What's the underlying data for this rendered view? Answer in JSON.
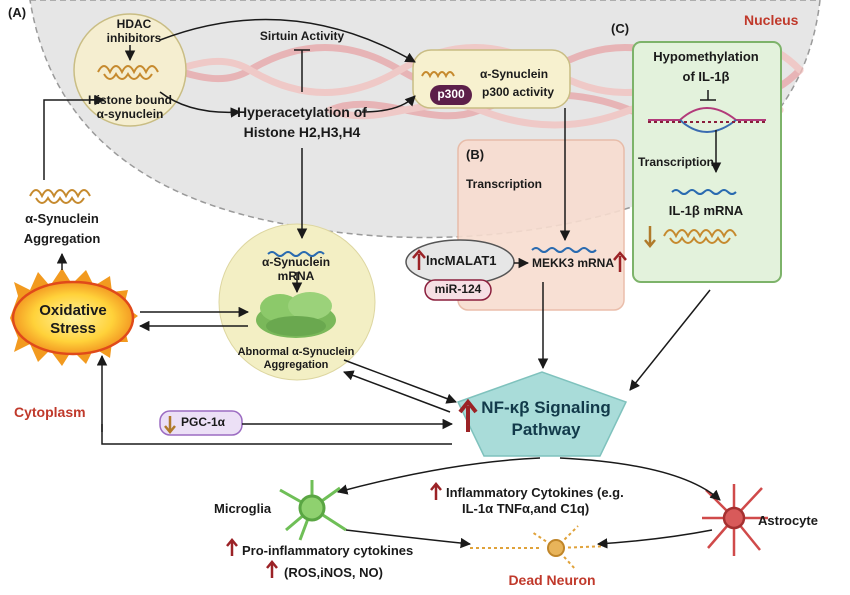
{
  "panels": {
    "a": "(A)",
    "b": "(B)",
    "c": "(C)"
  },
  "compartments": {
    "nucleus": "Nucleus",
    "cytoplasm": "Cytoplasm"
  },
  "panel_a": {
    "hdac_inhibitors": "HDAC inhibitors",
    "histone_bound": "Histone bound α-synuclein",
    "sirtuin": "Sirtuin Activity",
    "hyperacetylation_line1": "Hyperacetylation of",
    "hyperacetylation_line2": "Histone H2,H3,H4",
    "p300_badge": "p300",
    "p300_activity_line1": "α-Synuclein",
    "p300_activity_line2": "p300 activity",
    "syn_mrna_line1": "α-Synuclein",
    "syn_mrna_line2": "mRNA",
    "abnormal_line1": "Abnormal α-Synuclein",
    "abnormal_line2": "Aggregation",
    "syn_aggregation_line1": "α-Synuclein",
    "syn_aggregation_line2": "Aggregation",
    "oxidative_line1": "Oxidative",
    "oxidative_line2": "Stress",
    "pgc": "PGC-1α"
  },
  "panel_b": {
    "transcription": "Transcription",
    "lncmalat1": "lncMALAT1",
    "mir124": "miR-124",
    "mekk3": "MEKK3 mRNA"
  },
  "panel_c": {
    "hypomethylation_line1": "Hypomethylation",
    "hypomethylation_line2": "of IL-1β",
    "transcription": "Transcription",
    "il1b_mrna": "IL-1β mRNA"
  },
  "nfkb": {
    "line1": "NF-κβ Signaling",
    "line2": "Pathway"
  },
  "bottom": {
    "inflammatory_line1": "Inflammatory Cytokines (e.g.",
    "inflammatory_line2": "IL-1α TNFα,and C1q)",
    "microglia": "Microglia",
    "astrocyte": "Astrocyte",
    "proinflammatory": "Pro-inflammatory cytokines",
    "ros": "(ROS,iNOS, NO)",
    "dead_neuron": "Dead Neuron"
  },
  "colors": {
    "nucleus_fill": "#e6e6e6",
    "panel_a_circle": "#f7f1cf",
    "panel_b_box": "#f8ddd0",
    "panel_c_box": "#e3f2dc",
    "nfkb_fill": "#a9dcd9",
    "up_arrow": "#9b2226",
    "down_arrow": "#b07a2a",
    "p300_badge": "#5c1f4a",
    "label_red": "#c0392b"
  }
}
